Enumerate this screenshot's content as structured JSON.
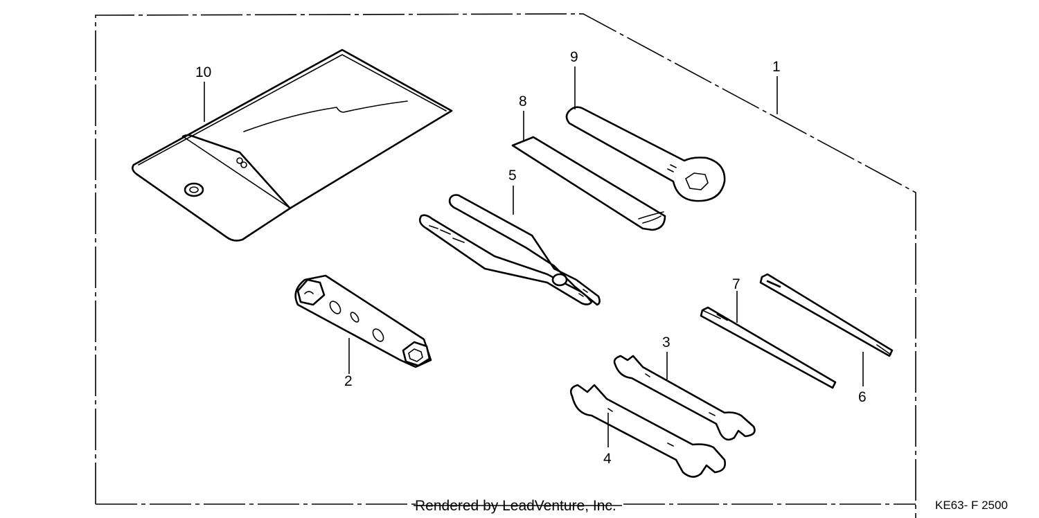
{
  "callouts": {
    "c1": "1",
    "c2": "2",
    "c3": "3",
    "c4": "4",
    "c5": "5",
    "c6": "6",
    "c7": "7",
    "c8": "8",
    "c9": "9",
    "c10": "10"
  },
  "footer": {
    "credit": "Rendered by LeadVenture, Inc.",
    "diagram_code": "KE63- F 2500"
  }
}
